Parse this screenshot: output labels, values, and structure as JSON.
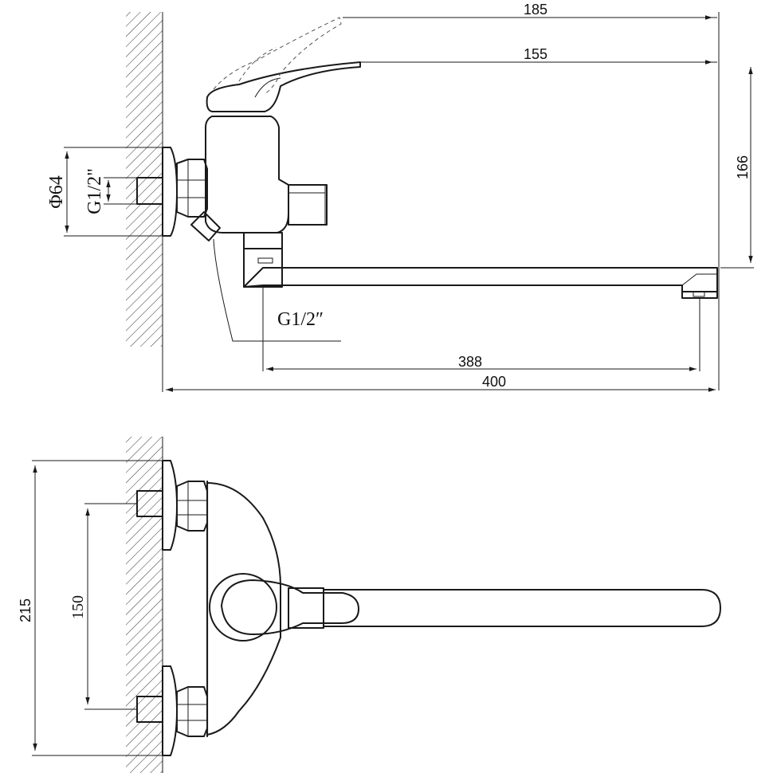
{
  "colors": {
    "line": "#1a1a1a",
    "background": "#ffffff"
  },
  "side_view": {
    "dim_185": "185",
    "dim_155": "155",
    "dim_166": "166",
    "dim_diameter": "Φ64",
    "dim_thread_inlet": "G1/2\"",
    "dim_thread_outlet": "G1/2″",
    "dim_388": "388",
    "dim_400": "400"
  },
  "top_view": {
    "dim_215": "215",
    "dim_150": "150"
  }
}
